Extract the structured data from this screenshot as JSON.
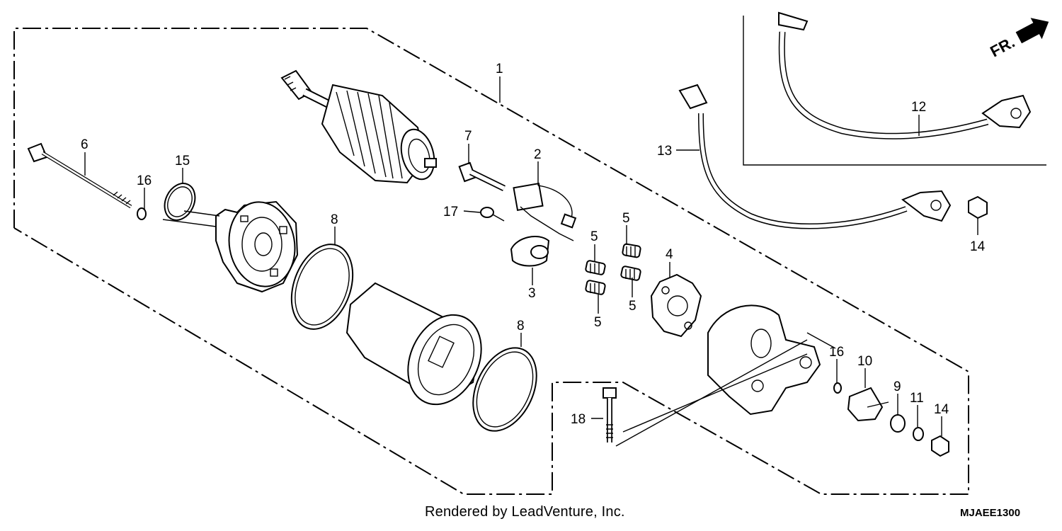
{
  "callouts": [
    {
      "id": "1",
      "label": "1"
    },
    {
      "id": "2",
      "label": "2"
    },
    {
      "id": "3",
      "label": "3"
    },
    {
      "id": "4",
      "label": "4"
    },
    {
      "id": "5a",
      "label": "5"
    },
    {
      "id": "5b",
      "label": "5"
    },
    {
      "id": "5c",
      "label": "5"
    },
    {
      "id": "5d",
      "label": "5"
    },
    {
      "id": "6",
      "label": "6"
    },
    {
      "id": "7",
      "label": "7"
    },
    {
      "id": "8a",
      "label": "8"
    },
    {
      "id": "8b",
      "label": "8"
    },
    {
      "id": "9",
      "label": "9"
    },
    {
      "id": "10",
      "label": "10"
    },
    {
      "id": "11",
      "label": "11"
    },
    {
      "id": "12",
      "label": "12"
    },
    {
      "id": "13",
      "label": "13"
    },
    {
      "id": "14a",
      "label": "14"
    },
    {
      "id": "14b",
      "label": "14"
    },
    {
      "id": "15",
      "label": "15"
    },
    {
      "id": "16a",
      "label": "16"
    },
    {
      "id": "16b",
      "label": "16"
    },
    {
      "id": "17",
      "label": "17"
    },
    {
      "id": "18",
      "label": "18"
    }
  ],
  "direction_label": "FR.",
  "footer": {
    "credit": "Rendered by LeadVenture, Inc.",
    "diagram_code": "MJAEE1300"
  }
}
